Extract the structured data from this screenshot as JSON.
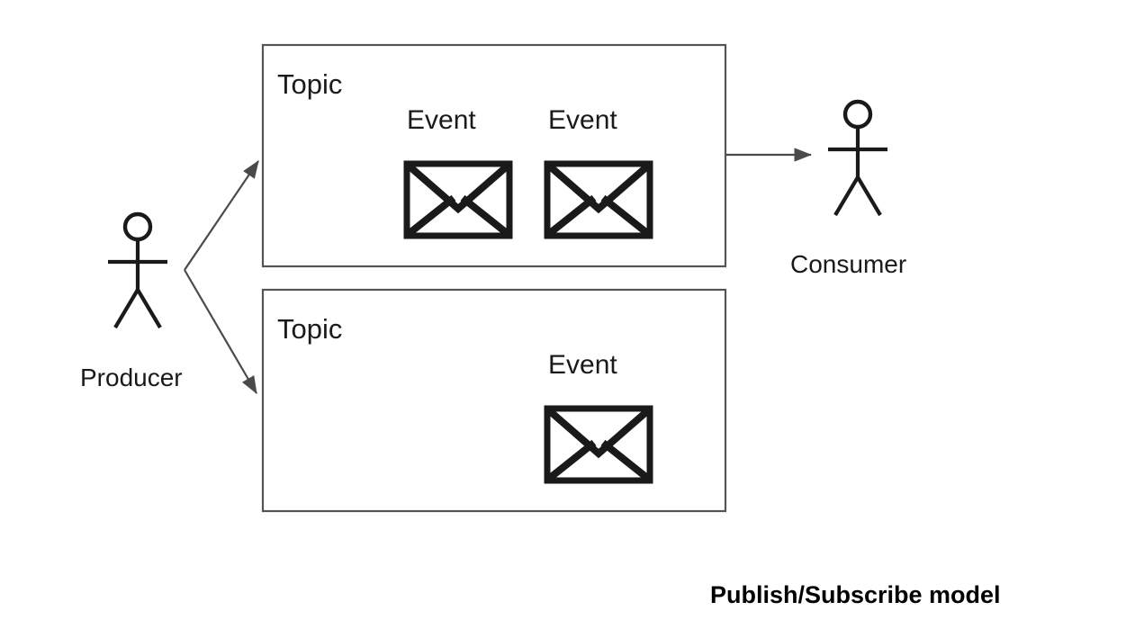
{
  "diagram": {
    "caption": "Publish/Subscribe model",
    "producer": {
      "label": "Producer",
      "icon": "stick-figure-person"
    },
    "consumer": {
      "label": "Consumer",
      "icon": "stick-figure-person"
    },
    "topics": [
      {
        "label": "Topic",
        "events": [
          {
            "label": "Event",
            "icon": "envelope-icon"
          },
          {
            "label": "Event",
            "icon": "envelope-icon"
          }
        ]
      },
      {
        "label": "Topic",
        "events": [
          {
            "label": "Event",
            "icon": "envelope-icon"
          }
        ]
      }
    ],
    "connections": [
      {
        "from": "producer",
        "to": "topic-1",
        "style": "arrow"
      },
      {
        "from": "producer",
        "to": "topic-2",
        "style": "arrow"
      },
      {
        "from": "topic-1",
        "to": "consumer",
        "style": "arrow"
      }
    ],
    "colors": {
      "background": "#ffffff",
      "stroke": "#1a1a1a",
      "box_border": "#555555",
      "arrow": "#4a4a4a",
      "caption": "#000000"
    }
  }
}
